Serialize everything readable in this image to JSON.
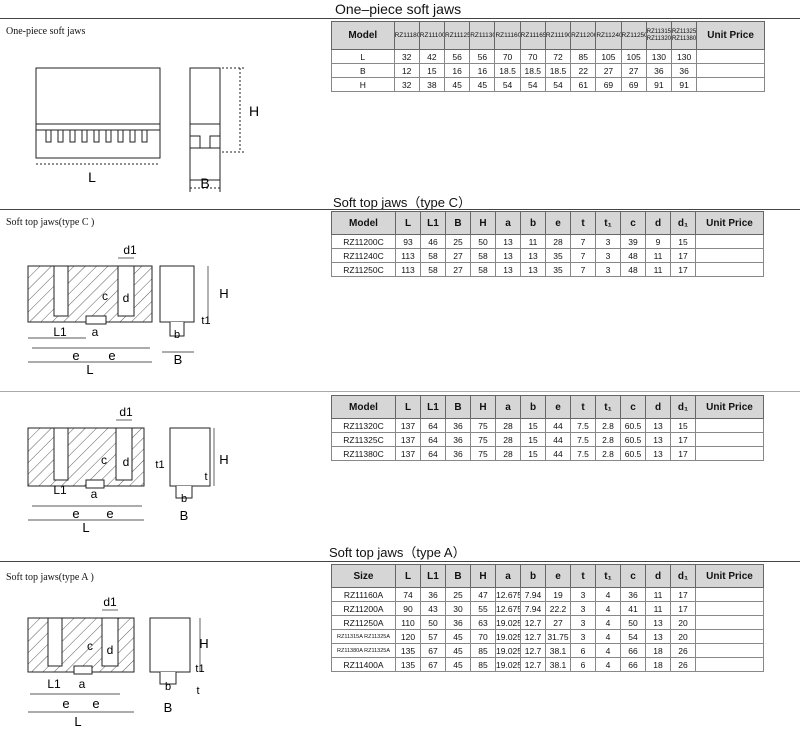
{
  "sections": [
    {
      "title": "One–piece soft jaws",
      "left_label": "One-piece soft jaws",
      "headers": [
        "Model",
        "RZ11180",
        "RZ11100",
        "RZ11125",
        "RZ11130",
        "RZ11160",
        "RZ11165",
        "RZ11190",
        "RZ11200",
        "RZ11240",
        "RZ11250",
        "RZ11315 RZ11320",
        "RZ11325 RZ11380",
        "Unit Price"
      ],
      "rows": [
        [
          "L",
          "32",
          "42",
          "56",
          "56",
          "70",
          "70",
          "72",
          "85",
          "105",
          "105",
          "130",
          "130",
          ""
        ],
        [
          "B",
          "12",
          "15",
          "16",
          "16",
          "18.5",
          "18.5",
          "18.5",
          "22",
          "27",
          "27",
          "36",
          "36",
          ""
        ],
        [
          "H",
          "32",
          "38",
          "45",
          "45",
          "54",
          "54",
          "54",
          "61",
          "69",
          "69",
          "91",
          "91",
          ""
        ]
      ],
      "drawing_labels": {
        "length": "L",
        "width": "B",
        "height": "H"
      }
    },
    {
      "title": "Soft top jaws（type C）",
      "left_label": "Soft top jaws(type C )",
      "headers": [
        "Model",
        "L",
        "L1",
        "B",
        "H",
        "a",
        "b",
        "e",
        "t",
        "t₁",
        "c",
        "d",
        "d₁",
        "Unit Price"
      ],
      "rows": [
        [
          "RZ11200C",
          "93",
          "46",
          "25",
          "50",
          "13",
          "11",
          "28",
          "7",
          "3",
          "39",
          "9",
          "15",
          ""
        ],
        [
          "RZ11240C",
          "113",
          "58",
          "27",
          "58",
          "13",
          "13",
          "35",
          "7",
          "3",
          "48",
          "11",
          "17",
          ""
        ],
        [
          "RZ11250C",
          "113",
          "58",
          "27",
          "58",
          "13",
          "13",
          "35",
          "7",
          "3",
          "48",
          "11",
          "17",
          ""
        ]
      ],
      "drawing_labels": {
        "d1": "d1",
        "c": "c",
        "d": "d",
        "L1": "L1",
        "a": "a",
        "e1": "e",
        "e2": "e",
        "L": "L",
        "H": "H",
        "t1": "t1",
        "b": "b",
        "B": "B"
      }
    },
    {
      "title": "",
      "left_label": "",
      "headers": [
        "Model",
        "L",
        "L1",
        "B",
        "H",
        "a",
        "b",
        "e",
        "t",
        "t₁",
        "c",
        "d",
        "d₁",
        "Unit Price"
      ],
      "rows": [
        [
          "RZ11320C",
          "137",
          "64",
          "36",
          "75",
          "28",
          "15",
          "44",
          "7.5",
          "2.8",
          "60.5",
          "13",
          "15",
          ""
        ],
        [
          "RZ11325C",
          "137",
          "64",
          "36",
          "75",
          "28",
          "15",
          "44",
          "7.5",
          "2.8",
          "60.5",
          "13",
          "17",
          ""
        ],
        [
          "RZ11380C",
          "137",
          "64",
          "36",
          "75",
          "28",
          "15",
          "44",
          "7.5",
          "2.8",
          "60.5",
          "13",
          "17",
          ""
        ]
      ],
      "drawing_labels": {
        "d1": "d1",
        "c": "c",
        "d": "d",
        "L1": "L1",
        "a": "a",
        "e1": "e",
        "e2": "e",
        "L": "L",
        "H": "H",
        "t1": "t1",
        "t": "t",
        "b": "b",
        "B": "B"
      }
    },
    {
      "title": "Soft top jaws（type A）",
      "left_label": "Soft top jaws(type A )",
      "headers": [
        "Size",
        "L",
        "L1",
        "B",
        "H",
        "a",
        "b",
        "e",
        "t",
        "t₁",
        "c",
        "d",
        "d₁",
        "Unit Price"
      ],
      "rows": [
        [
          "RZ11160A",
          "74",
          "36",
          "25",
          "47",
          "12.675",
          "7.94",
          "19",
          "3",
          "4",
          "36",
          "11",
          "17",
          ""
        ],
        [
          "RZ11200A",
          "90",
          "43",
          "30",
          "55",
          "12.675",
          "7.94",
          "22.2",
          "3",
          "4",
          "41",
          "11",
          "17",
          ""
        ],
        [
          "RZ11250A",
          "110",
          "50",
          "36",
          "63",
          "19.025",
          "12.7",
          "27",
          "3",
          "4",
          "50",
          "13",
          "20",
          ""
        ],
        [
          "RZ11315A RZ11325A",
          "120",
          "57",
          "45",
          "70",
          "19.025",
          "12.7",
          "31.75",
          "3",
          "4",
          "54",
          "13",
          "20",
          ""
        ],
        [
          "RZ11380A RZ11325A",
          "135",
          "67",
          "45",
          "85",
          "19.025",
          "12.7",
          "38.1",
          "6",
          "4",
          "66",
          "18",
          "26",
          ""
        ],
        [
          "RZ11400A",
          "135",
          "67",
          "45",
          "85",
          "19.025",
          "12.7",
          "38.1",
          "6",
          "4",
          "66",
          "18",
          "26",
          ""
        ]
      ],
      "drawing_labels": {
        "d1": "d1",
        "c": "c",
        "d": "d",
        "L1": "L1",
        "a": "a",
        "e1": "e",
        "e2": "e",
        "L": "L",
        "H": "H",
        "t1": "t1",
        "t": "t",
        "b": "b",
        "B": "B"
      }
    }
  ]
}
